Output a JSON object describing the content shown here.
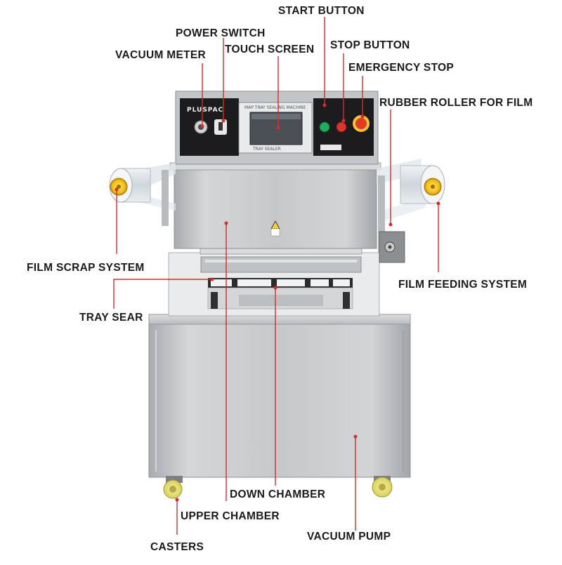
{
  "callouts": {
    "start_button": "START BUTTON",
    "power_switch": "POWER SWITCH",
    "vacuum_meter": "VACUUM METER",
    "touch_screen": "TOUCH SCREEN",
    "stop_button": "STOP BUTTON",
    "emergency_stop": "EMERGENCY STOP",
    "rubber_roller": "RUBBER ROLLER FOR FILM",
    "film_scrap": "FILM SCRAP SYSTEM",
    "film_feeding": "FILM FEEDING SYSTEM",
    "tray_sear": "TRAY SEAR",
    "down_chamber": "DOWN CHAMBER",
    "upper_chamber": "UPPER CHAMBER",
    "casters": "CASTERS",
    "vacuum_pump": "VACUUM PUMP"
  },
  "machine": {
    "brand": "PLUSPAC",
    "screen_header": "MAP TRAY SEALING MACHINE",
    "screen_footer": "TRAY SEALER"
  },
  "colors": {
    "leader_line": "#d62b2b",
    "stainless": "#c9cbcd",
    "control_panel": "#1c1c1e",
    "roller_yellow": "#f4c21b",
    "start_green": "#1fae5c",
    "stop_red": "#d9352e",
    "emergency_red": "#e23b1f",
    "emergency_ring": "#f3c23a"
  }
}
